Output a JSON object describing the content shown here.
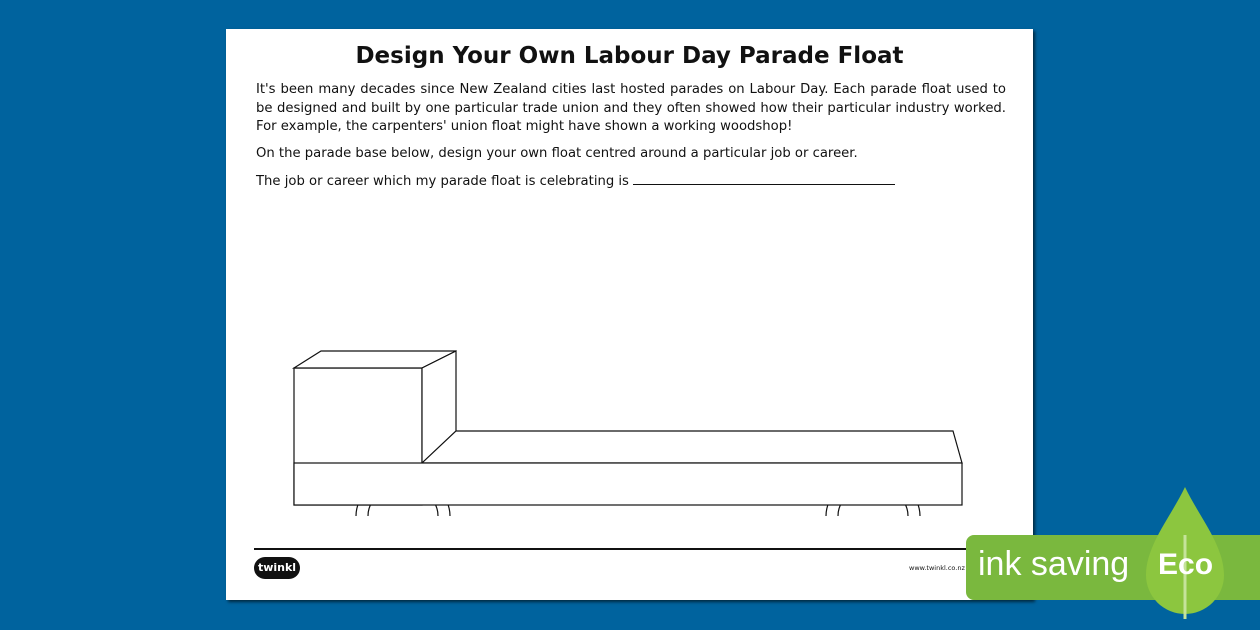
{
  "title": "Design Your Own Labour Day Parade Float",
  "paragraphs": [
    "It's been many decades since New Zealand cities last hosted parades on Labour Day. Each parade float used to be designed and built by one particular trade union and they often showed how their particular industry worked. For example, the carpenters' union float might have shown a working woodshop!",
    "On the parade base below, design your own float centred around a particular job or career."
  ],
  "prompt": "The job or career which my parade float is celebrating is",
  "footer": {
    "logo": "twinkl",
    "url": "www.twinkl.co.nz"
  },
  "badge": {
    "text": "ink saving",
    "eco": "Eco"
  }
}
